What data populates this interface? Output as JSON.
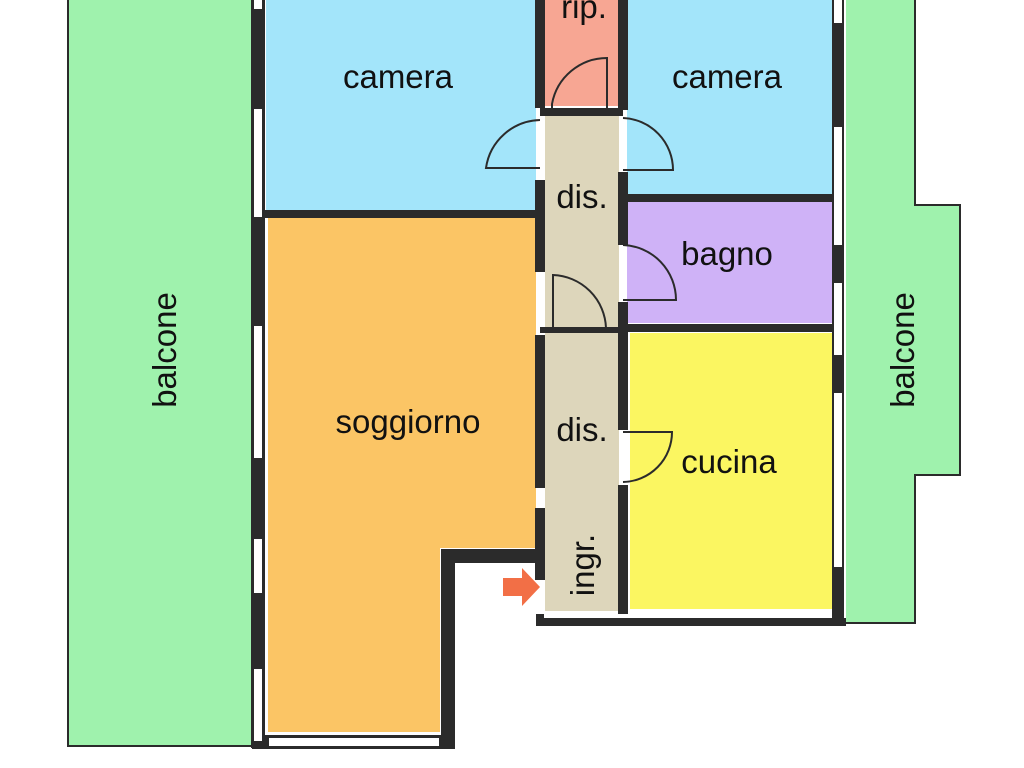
{
  "colors": {
    "balcony": "#9ff2ad",
    "bedroom": "#a3e5fa",
    "storage": "#f7a693",
    "hall": "#ddd6bb",
    "bathroom": "#cfb2f7",
    "living": "#fbc565",
    "kitchen": "#fbf661",
    "wall": "#2b2b2b",
    "entry_arrow": "#f26f46"
  },
  "rooms": {
    "balcony_left": {
      "label": "balcone"
    },
    "bedroom_left": {
      "label": "camera"
    },
    "storage": {
      "label": "rip."
    },
    "bedroom_right": {
      "label": "camera"
    },
    "hall_upper": {
      "label": "dis."
    },
    "bathroom": {
      "label": "bagno"
    },
    "living": {
      "label": "soggiorno"
    },
    "hall_lower": {
      "label": "dis."
    },
    "kitchen": {
      "label": "cucina"
    },
    "entrance": {
      "label": "ingr."
    },
    "balcony_right": {
      "label": "balcone"
    }
  },
  "entry_arrow": {
    "icon": "right-arrow-icon"
  }
}
